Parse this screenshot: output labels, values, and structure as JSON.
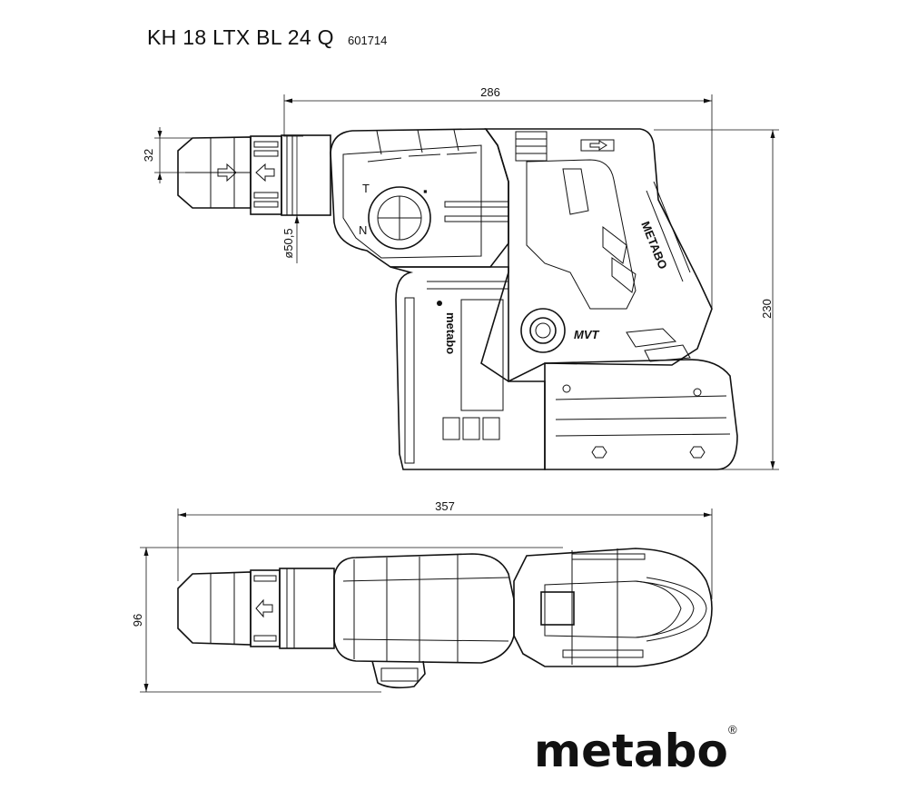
{
  "header": {
    "title": "KH 18 LTX BL 24 Q",
    "code": "601714"
  },
  "dimensions": {
    "length_top": "286",
    "length_bottom": "357",
    "height": "230",
    "chuck_diameter": "32",
    "collar_diameter": "ø50,5",
    "width": "96"
  },
  "body_labels": {
    "brand_on_housing": "metabo",
    "mvt_badge": "MVT",
    "handle_text": "METABO"
  },
  "brand": {
    "logo": "metabo",
    "registered": "®"
  }
}
